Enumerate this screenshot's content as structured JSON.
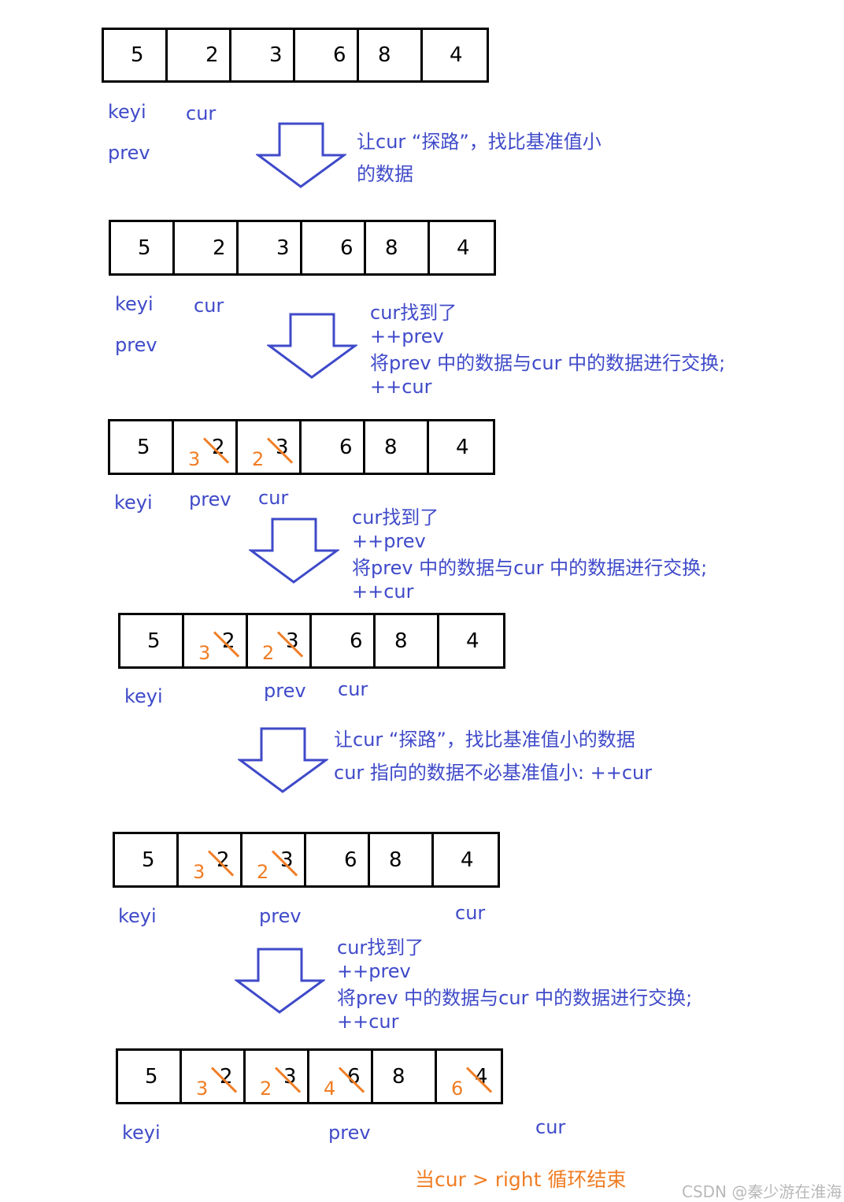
{
  "stages": [
    {
      "values": [
        "5",
        "2",
        "3",
        "6",
        "8",
        "4"
      ],
      "swapped": [
        null,
        null,
        null,
        null,
        null,
        null
      ]
    },
    {
      "values": [
        "5",
        "2",
        "3",
        "6",
        "8",
        "4"
      ],
      "swapped": [
        null,
        null,
        null,
        null,
        null,
        null
      ]
    },
    {
      "values": [
        "5",
        "2",
        "3",
        "6",
        "8",
        "4"
      ],
      "swapped": [
        null,
        "3",
        "2",
        null,
        null,
        null
      ]
    },
    {
      "values": [
        "5",
        "2",
        "3",
        "6",
        "8",
        "4"
      ],
      "swapped": [
        null,
        "3",
        "2",
        null,
        null,
        null
      ]
    },
    {
      "values": [
        "5",
        "2",
        "3",
        "6",
        "8",
        "4"
      ],
      "swapped": [
        null,
        "3",
        "2",
        null,
        null,
        null
      ]
    },
    {
      "values": [
        "5",
        "2",
        "3",
        "6",
        "8",
        "4"
      ],
      "swapped": [
        null,
        "3",
        "2",
        "4",
        null,
        "6"
      ]
    }
  ],
  "pointers": {
    "keyi": "keyi",
    "prev": "prev",
    "cur": "cur"
  },
  "notes": [
    [
      "让cur “探路”，找比基准值小",
      "的数据"
    ],
    [
      "cur找到了",
      "++prev",
      "将prev 中的数据与cur 中的数据进行交换;",
      "++cur"
    ],
    [
      "cur找到了",
      "++prev",
      "将prev 中的数据与cur 中的数据进行交换;",
      "++cur"
    ],
    [
      "让cur “探路”，找比基准值小的数据",
      "cur 指向的数据不必基准值小:  ++cur"
    ],
    [
      "cur找到了",
      "++prev",
      "将prev 中的数据与cur 中的数据进行交换;",
      "++cur"
    ]
  ],
  "end_text": "当cur > right 循环结束",
  "watermark": "CSDN @秦少游在淮海",
  "colors": {
    "label": "#3f4ac9",
    "swap": "#f07d24",
    "arrow": "#3f4ac9"
  }
}
